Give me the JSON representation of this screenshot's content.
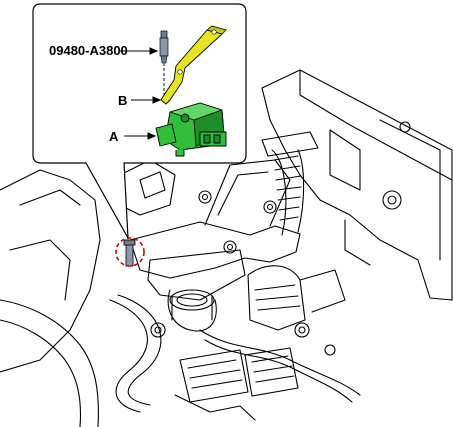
{
  "labels": {
    "part_number": "09480-A3800",
    "callout_b": "B",
    "callout_a": "A"
  },
  "colors": {
    "line": "#000000",
    "background": "#ffffff",
    "bracket": "#e6e620",
    "actuator": "#2fbf3a",
    "actuator_dark": "#1e8f28",
    "pin": "#8a97a8",
    "highlight": "#d40000"
  },
  "icons": {
    "tool": "alignment-pin",
    "bracket": "mounting-bracket",
    "component": "actuator-module"
  }
}
